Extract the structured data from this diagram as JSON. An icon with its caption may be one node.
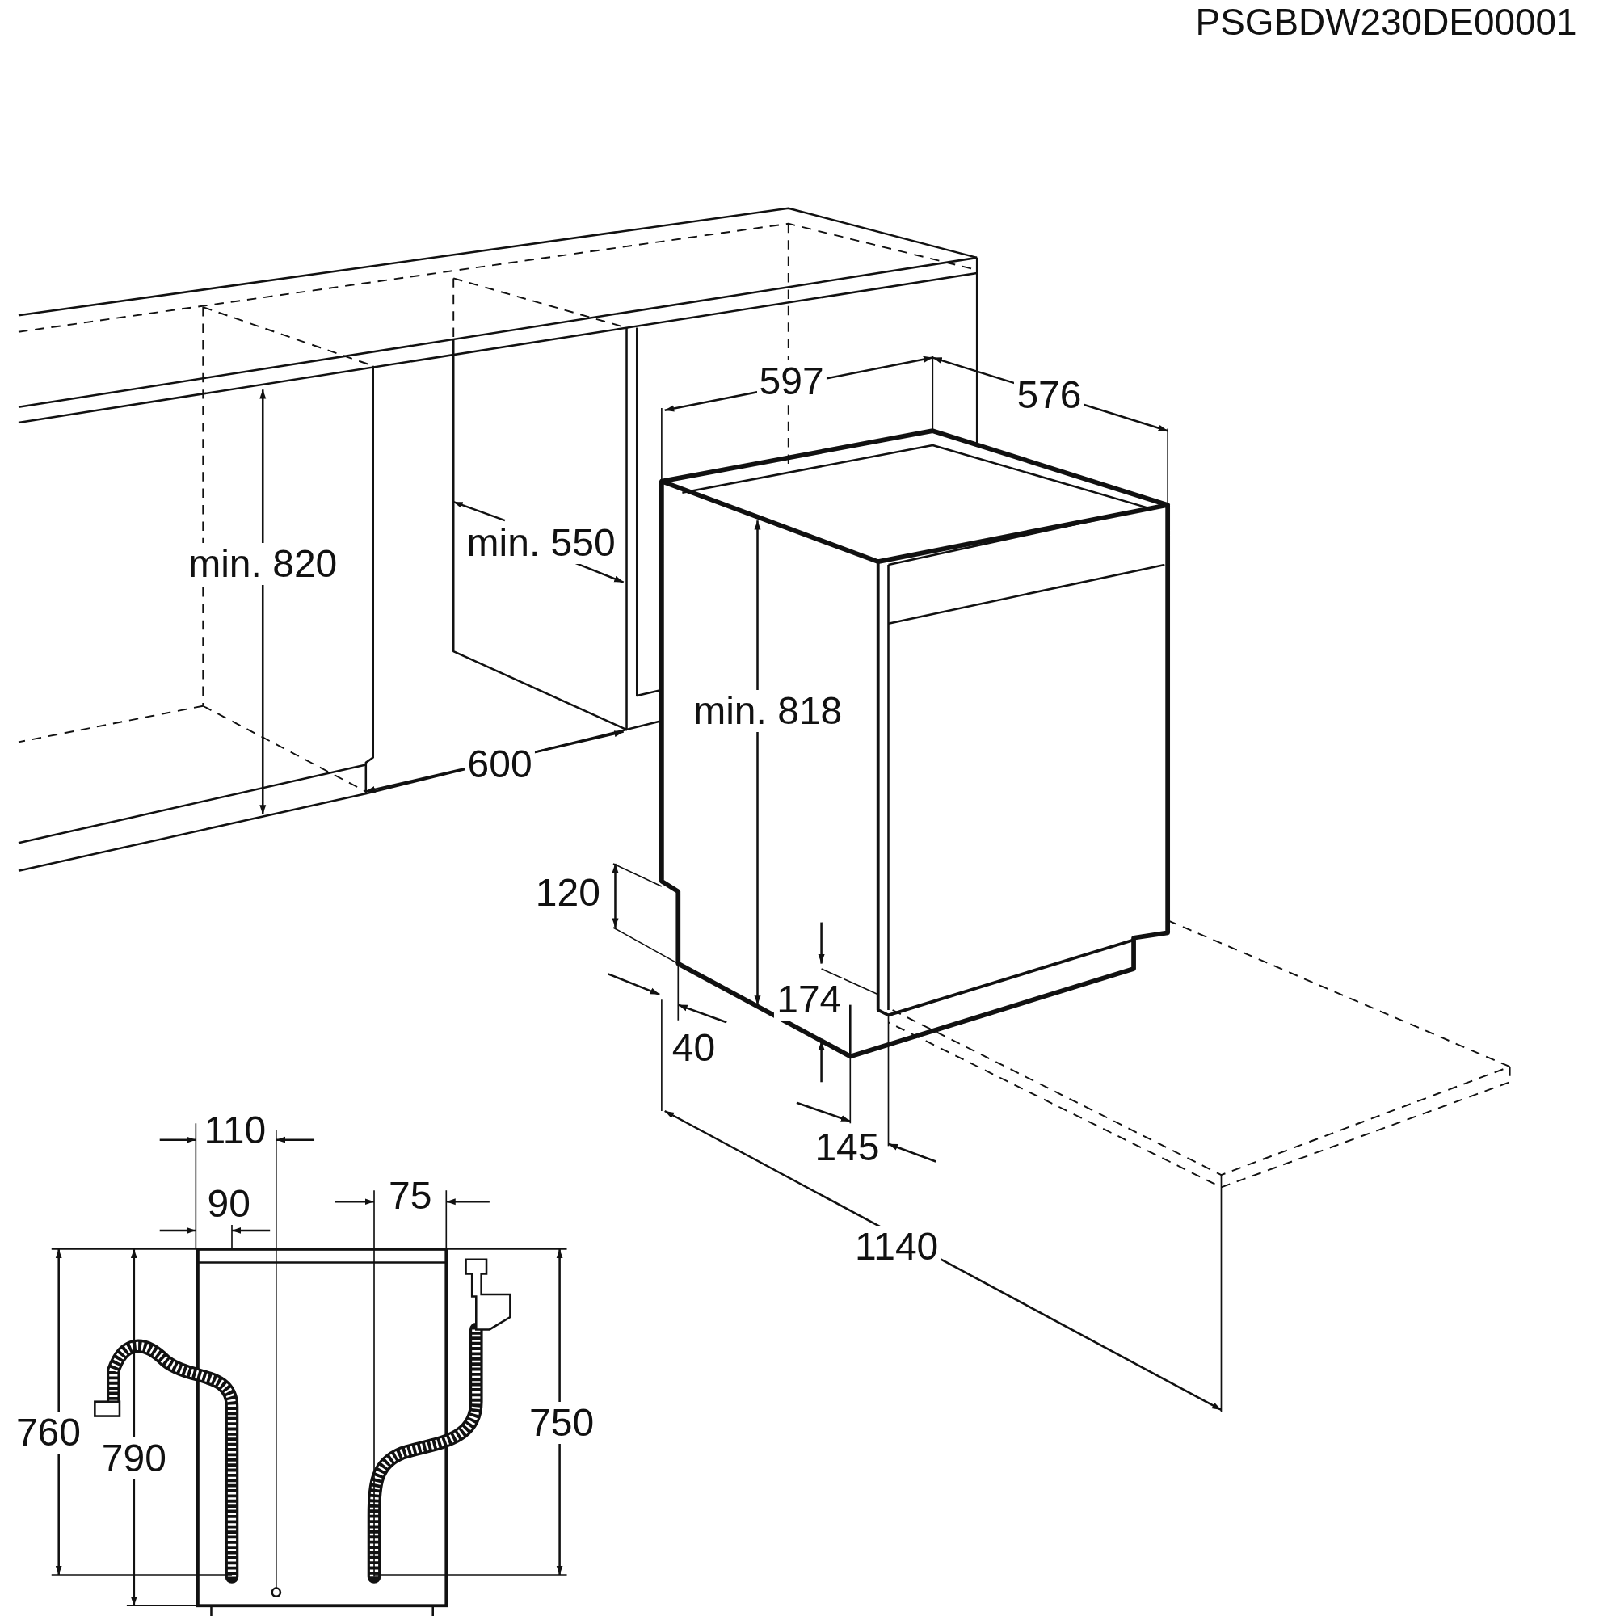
{
  "diagram": {
    "labels": [
      "PSGBDW230DE00001",
      "597",
      "576",
      "min. 820",
      "min. 550",
      "min. 818",
      "600",
      "120",
      "174",
      "40",
      "145",
      "1140",
      "110",
      "90",
      "75",
      "760",
      "790",
      "750"
    ]
  }
}
